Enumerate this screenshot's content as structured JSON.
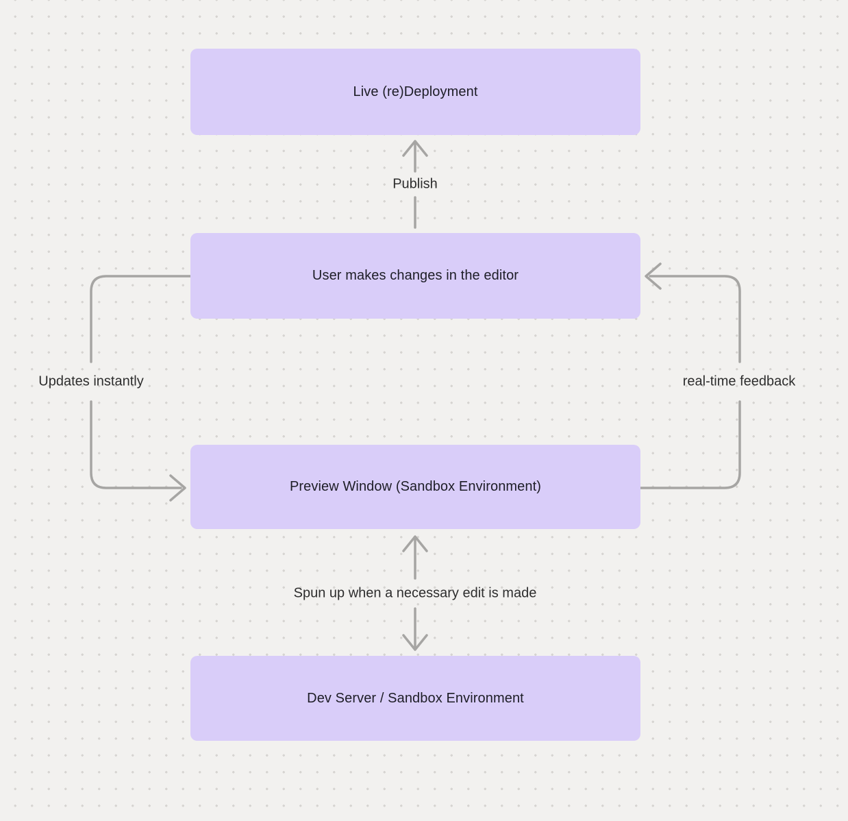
{
  "diagram": {
    "nodes": [
      {
        "id": "live",
        "label": "Live (re)Deployment"
      },
      {
        "id": "editor",
        "label": "User makes changes in the editor"
      },
      {
        "id": "preview",
        "label": "Preview Window (Sandbox Environment)"
      },
      {
        "id": "devserver",
        "label": "Dev Server / Sandbox Environment"
      }
    ],
    "edges": [
      {
        "id": "publish",
        "label": "Publish",
        "from": "editor",
        "to": "live",
        "direction": "up"
      },
      {
        "id": "updates",
        "label": "Updates instantly",
        "from": "editor",
        "to": "preview",
        "direction": "left-loop"
      },
      {
        "id": "feedback",
        "label": "real-time feedback",
        "from": "preview",
        "to": "editor",
        "direction": "right-loop"
      },
      {
        "id": "spunup",
        "label": "Spun up when a necessary edit is made",
        "from": "devserver",
        "to": "preview",
        "bidirectional": true
      }
    ],
    "colors": {
      "background": "#f2f1ef",
      "dot": "#d6d4d1",
      "node_fill": "#d9cdf9",
      "node_text": "#1d1d26",
      "arrow": "#a6a5a3",
      "label_text": "#2d2d2d"
    }
  }
}
